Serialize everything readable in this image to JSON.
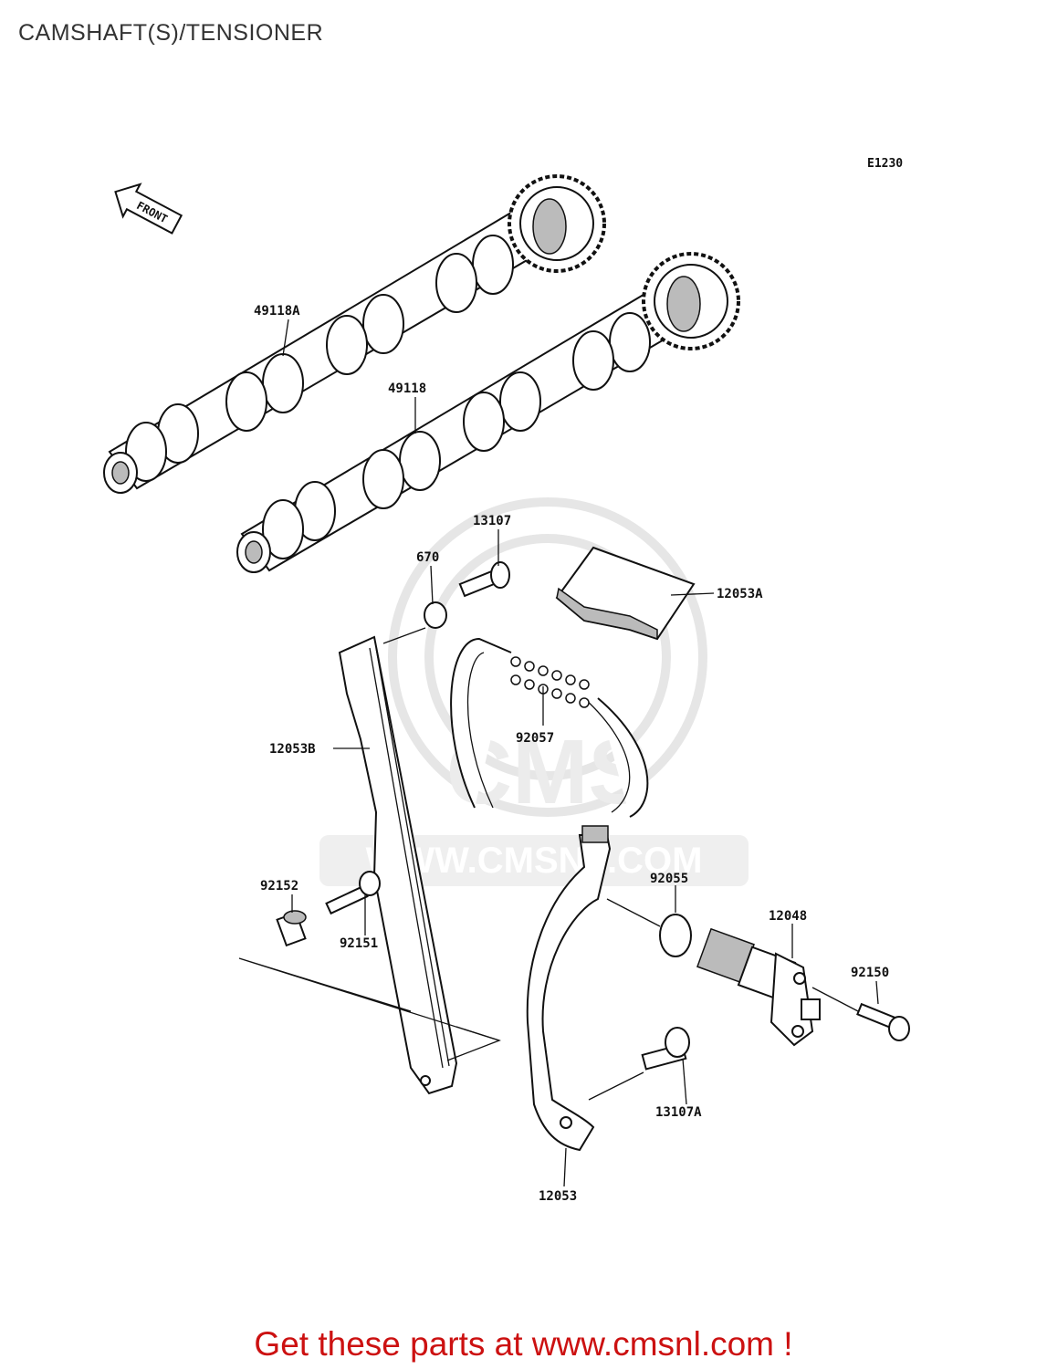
{
  "title": "CAMSHAFT(S)/TENSIONER",
  "diagram_ref": "E1230",
  "front_marker": "FRONT",
  "watermark": "WWW.CMSNL.COM",
  "footer_text": "Get these parts at www.cmsnl.com !",
  "parts": {
    "p49118A": "49118A",
    "p49118": "49118",
    "p13107": "13107",
    "p670": "670",
    "p12053A": "12053A",
    "p12053B": "12053B",
    "p92057": "92057",
    "p92152": "92152",
    "p92151": "92151",
    "p92055": "92055",
    "p12048": "12048",
    "p92150": "92150",
    "p13107A": "13107A",
    "p12053": "12053"
  }
}
